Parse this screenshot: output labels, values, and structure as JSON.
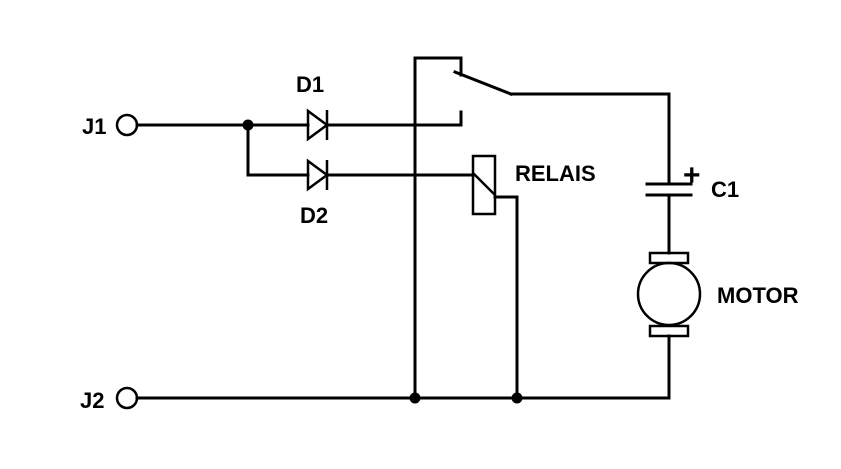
{
  "terminals": {
    "j1": "J1",
    "j2": "J2"
  },
  "diodes": {
    "d1": "D1",
    "d2": "D2"
  },
  "relay": {
    "label": "RELAIS"
  },
  "capacitor": {
    "label": "C1",
    "polarity": "+"
  },
  "motor": {
    "label": "MOTOR"
  }
}
